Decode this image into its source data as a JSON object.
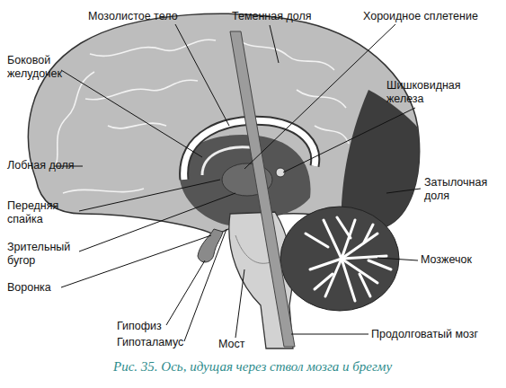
{
  "diagram": {
    "caption": "Рис. 35. Ось, идущая через ствол мозга и брегму",
    "labels": [
      "Мозолистое тело",
      "Теменная доля",
      "Хороидное сплетение",
      "Боковой желудочек",
      "Шишковидная железа",
      "Лобная доля",
      "Затылочная доля",
      "Передняя спайка",
      "Зрительный бугор",
      "Воронка",
      "Мозжечок",
      "Гипофиз",
      "Гипоталамус",
      "Мост",
      "Продолговатый мозг"
    ]
  }
}
